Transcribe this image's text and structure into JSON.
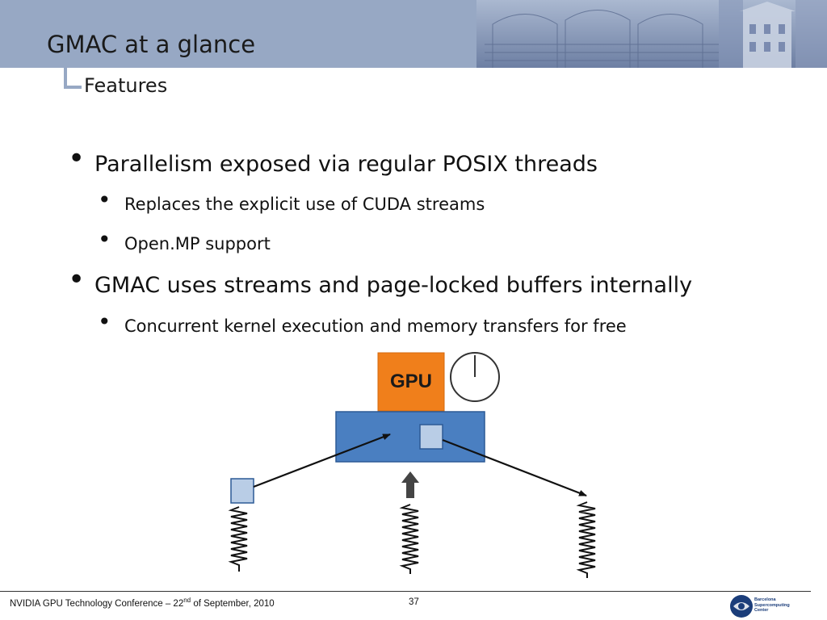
{
  "header": {
    "title": "GMAC at a glance",
    "subtitle": "Features"
  },
  "bullets": [
    {
      "text": "Parallelism exposed via regular POSIX threads",
      "children": [
        {
          "text": "Replaces the explicit use of CUDA streams"
        },
        {
          "text": "Open.MP support"
        }
      ]
    },
    {
      "text": "GMAC uses streams and page-locked buffers internally",
      "children": [
        {
          "text": "Concurrent kernel execution and memory transfers for free"
        }
      ]
    }
  ],
  "diagram": {
    "gpu_label": "GPU",
    "colors": {
      "gpu_box": "#f07f1b",
      "memory_box": "#4a7fc1",
      "buffer": "#b9cde6",
      "thread_line": "#111111"
    }
  },
  "footer": {
    "conference_prefix": "NVIDIA GPU Technology Conference – 22",
    "conference_sup": "nd",
    "conference_suffix": " of September, 2010",
    "page_number": "37"
  },
  "logo": {
    "line1": "Barcelona",
    "line2": "Supercomputing",
    "line3": "Center"
  },
  "colors": {
    "header_band": "#97a8c4"
  }
}
